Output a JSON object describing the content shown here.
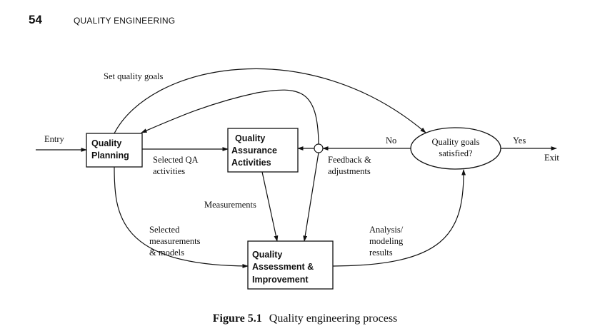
{
  "header": {
    "page_number": "54",
    "running_title": "QUALITY ENGINEERING"
  },
  "diagram": {
    "boxes": {
      "planning": [
        "Quality",
        "Planning"
      ],
      "qa_activities": [
        "Quality",
        "Assurance",
        "Activities"
      ],
      "assessment": [
        "Quality",
        "Assessment &",
        "Improvement"
      ]
    },
    "decision": [
      "Quality goals",
      "satisfied?"
    ],
    "labels": {
      "entry": "Entry",
      "exit": "Exit",
      "yes": "Yes",
      "no": "No",
      "set_goals": "Set quality goals",
      "selected_qa": [
        "Selected QA",
        "activities"
      ],
      "feedback": [
        "Feedback &",
        "adjustments"
      ],
      "measurements": "Measurements",
      "selected_measurements": [
        "Selected",
        "measurements",
        "& models"
      ],
      "analysis": [
        "Analysis/",
        "modeling",
        "results"
      ]
    }
  },
  "caption": {
    "label": "Figure 5.1",
    "text": "Quality engineering process"
  }
}
